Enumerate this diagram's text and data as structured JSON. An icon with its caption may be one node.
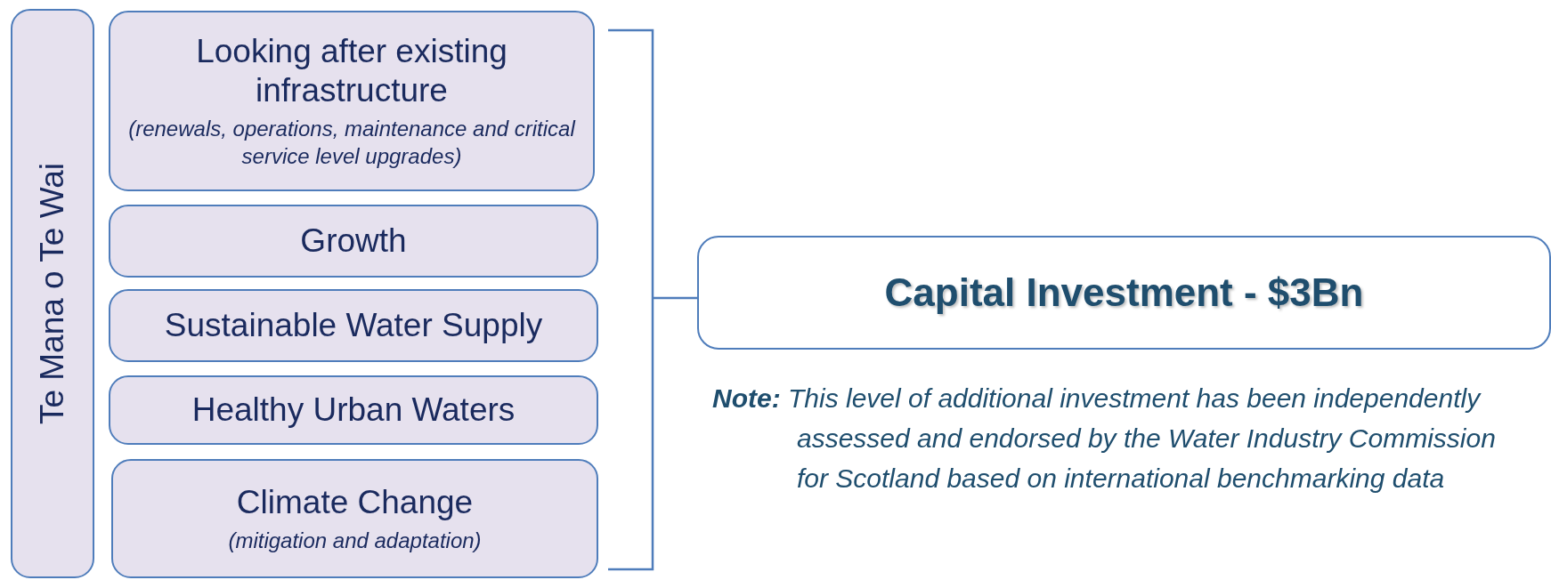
{
  "diagram": {
    "nodes": [
      {
        "text": [
          "Te Mana o Te Wai"
        ]
      },
      {
        "text": [
          "Looking after existing infrastructure",
          "(renewals, operations, maintenance and critical service level upgrades)"
        ]
      },
      {
        "text": [
          "Growth"
        ]
      },
      {
        "text": [
          "Sustainable Water Supply"
        ]
      },
      {
        "text": [
          "Healthy Urban Waters"
        ]
      },
      {
        "text": [
          "Climate Change",
          "(mitigation and adaptation)"
        ]
      },
      {
        "text": [
          "Capital Investment - $3Bn"
        ]
      }
    ],
    "labels": [
      "**Note:** This level of additional investment has been independently assessed and endorsed by the Water Industry Commission for Scotland based on international benchmarking data"
    ]
  }
}
